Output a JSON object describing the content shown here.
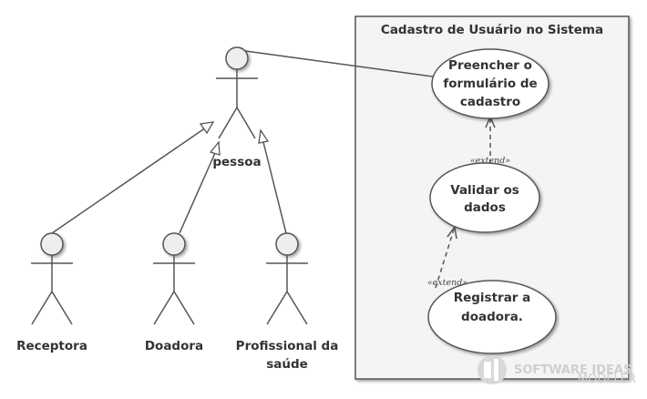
{
  "system": {
    "title": "Cadastro de Usuário no Sistema"
  },
  "actors": {
    "pessoa": "pessoa",
    "receptora": "Receptora",
    "doadora": "Doadora",
    "profissional_line1": "Profissional da",
    "profissional_line2": "saúde"
  },
  "use_cases": {
    "preencher": [
      "Preencher o",
      "formulário de",
      "cadastro"
    ],
    "validar": [
      "Validar os",
      "dados"
    ],
    "registrar": [
      "Registrar a",
      "doadora."
    ]
  },
  "relations": {
    "extend_label": "«extend»"
  },
  "watermark": {
    "line1": "SOFTWARE IDEAS",
    "line2": "MODELER"
  }
}
